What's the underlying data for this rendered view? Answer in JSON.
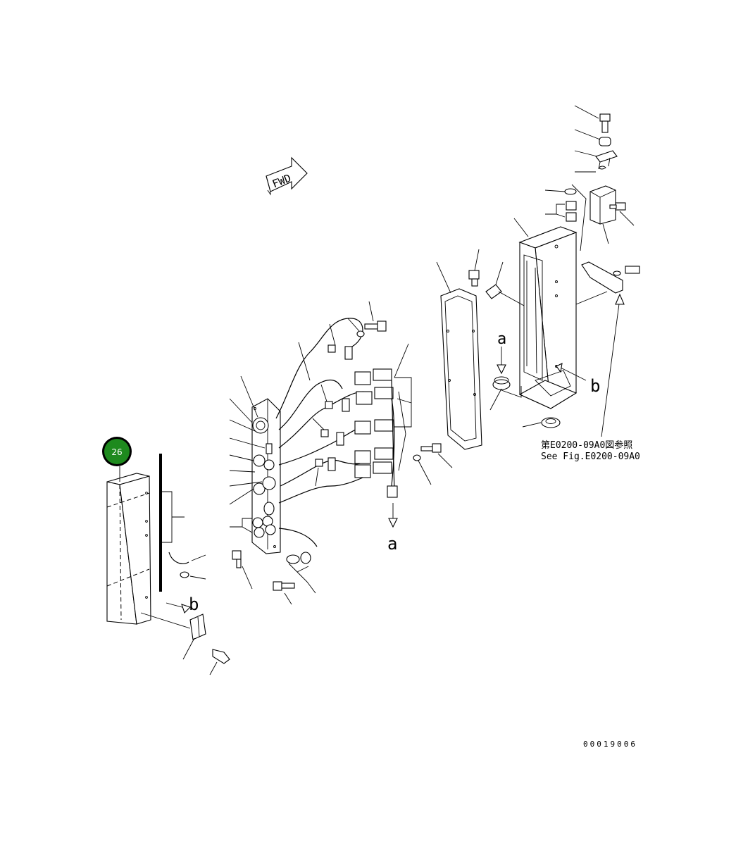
{
  "diagram": {
    "fwd_label": "FWD",
    "callout_letters": {
      "a_top": "a",
      "a_bottom": "a",
      "b_right": "b",
      "b_left": "b"
    },
    "reference_jp": "第E0200-09A0図参照",
    "reference_en": "See Fig.E0200-09A0",
    "part_badge": "26",
    "drawing_number": "00019006",
    "colors": {
      "badge_fill": "#1e8a1e",
      "badge_ring": "#000000",
      "line": "#000000",
      "background": "#ffffff"
    }
  }
}
